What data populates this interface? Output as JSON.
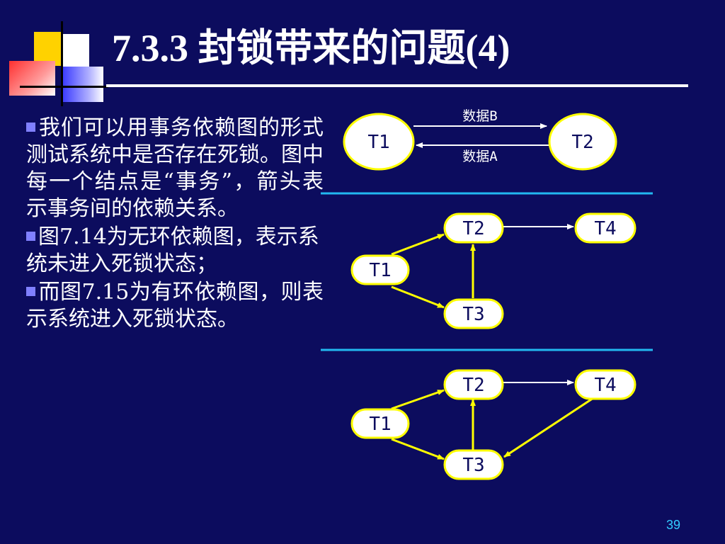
{
  "slide": {
    "title": "7.3.3  封锁带来的问题(4)",
    "page_number": "39",
    "colors": {
      "background": "#0c0c5e",
      "node_border": "#ffff00",
      "separator": "#22b8f0",
      "bullet_marker": "#8080ff"
    }
  },
  "bullets": [
    {
      "text": "我们可以用事务依赖图的形式测试系统中是否存在死锁。图中每一个结点是“事务”，箭头表示事务间的依赖关系。"
    },
    {
      "text": "图7.14为无环依赖图，表示系统未进入死锁状态；"
    },
    {
      "text": "而图7.15为有环依赖图，则表示系统进入死锁状态。"
    }
  ],
  "diagrams": {
    "top": {
      "nodes": {
        "t1": "T1",
        "t2": "T2"
      },
      "edges": {
        "b": "数据B",
        "a": "数据A"
      }
    },
    "middle": {
      "nodes": {
        "t1": "T1",
        "t2": "T2",
        "t3": "T3",
        "t4": "T4"
      }
    },
    "bottom": {
      "nodes": {
        "t1": "T1",
        "t2": "T2",
        "t3": "T3",
        "t4": "T4"
      }
    }
  }
}
